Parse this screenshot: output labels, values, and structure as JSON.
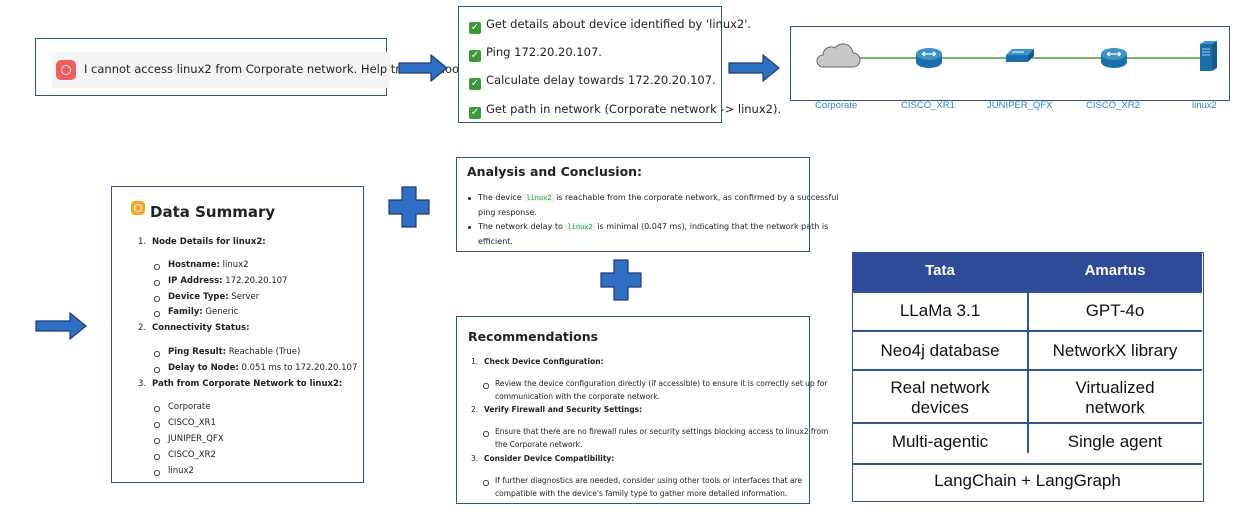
{
  "prompt": {
    "text": "I cannot access linux2 from Corporate network. Help troubleshoot."
  },
  "plan": {
    "items": [
      "Get details about device identified by 'linux2'.",
      "Ping 172.20.20.107.",
      "Calculate delay towards 172.20.20.107.",
      "Get path in network (Corporate network -> linux2)."
    ]
  },
  "topology": {
    "nodes": [
      "Corporate",
      "CISCO_XR1",
      "JUNIPER_QFX",
      "CISCO_XR2",
      "linux2"
    ],
    "link_color": "#4a9a3a",
    "label_color": "#2e86c9"
  },
  "data_summary": {
    "title": "Data Summary",
    "s1_num": "1.",
    "s1_title": "Node Details for linux2:",
    "hostname_label": "Hostname:",
    "hostname_val": "linux2",
    "ip_label": "IP Address:",
    "ip_val": "172.20.20.107",
    "type_label": "Device Type:",
    "type_val": "Server",
    "family_label": "Family:",
    "family_val": "Generic",
    "s2_num": "2.",
    "s2_title": "Connectivity Status:",
    "ping_label": "Ping Result:",
    "ping_val": "Reachable (True)",
    "delay_label": "Delay to Node:",
    "delay_val": "0.051 ms to 172.20.20.107",
    "s3_num": "3.",
    "s3_title": "Path from Corporate Network to linux2:",
    "path": [
      "Corporate",
      "CISCO_XR1",
      "JUNIPER_QFX",
      "CISCO_XR2",
      "linux2"
    ]
  },
  "analysis": {
    "title": "Analysis and Conclusion:",
    "b1_pre": "The device ",
    "b1_code": "linux2",
    "b1_post": " is reachable from the corporate network, as confirmed by a successful",
    "b1_cont": "ping response.",
    "b2_pre": "The network delay to ",
    "b2_code": "linux2",
    "b2_post": " is minimal (0.047 ms), indicating that the network path is",
    "b2_cont": "efficient."
  },
  "recommendations": {
    "title": "Recommendations",
    "r1_num": "1.",
    "r1_title": "Check Device Configuration:",
    "r1_l1": "Review the device configuration directly (if accessible) to ensure it is correctly set up for",
    "r1_l2": "communication with the corporate network.",
    "r2_num": "2.",
    "r2_title": "Verify Firewall and Security Settings:",
    "r2_l1": "Ensure that there are no firewall rules or security settings blocking access to linux2 from",
    "r2_l2": "the Corporate network.",
    "r3_num": "3.",
    "r3_title": "Consider Device Compatibility:",
    "r3_l1": "If further diagnostics are needed, consider using other tools or interfaces that are",
    "r3_l2": "compatible with the device's family type to gather more detailed information."
  },
  "comparison": {
    "col1": "Tata",
    "col2": "Amartus",
    "rows": [
      [
        "LLaMa 3.1",
        "GPT-4o"
      ],
      [
        "Neo4j database",
        "NetworkX library"
      ],
      [
        "Real network devices",
        "Virtualized network"
      ],
      [
        "Multi-agentic",
        "Single agent"
      ]
    ],
    "footer": "LangChain + LangGraph",
    "header_color": "#2f4a99"
  }
}
